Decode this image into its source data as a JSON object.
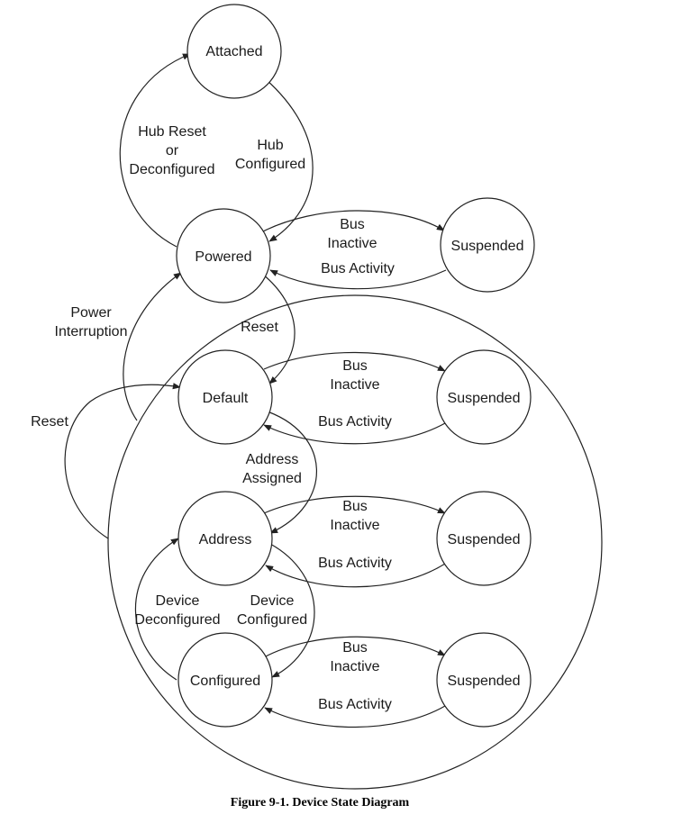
{
  "states": {
    "attached": "Attached",
    "powered": "Powered",
    "default": "Default",
    "address": "Address",
    "configured": "Configured",
    "suspended": "Suspended"
  },
  "labels": {
    "hub_reset_line1": "Hub Reset",
    "hub_reset_line2": "or",
    "hub_reset_line3": "Deconfigured",
    "hub_configured_line1": "Hub",
    "hub_configured_line2": "Configured",
    "bus": "Bus",
    "inactive": "Inactive",
    "bus_activity": "Bus Activity",
    "power": "Power",
    "interruption": "Interruption",
    "reset": "Reset",
    "address_line1": "Address",
    "address_line2": "Assigned",
    "device": "Device",
    "deconfigured": "Deconfigured",
    "configured_word": "Configured"
  },
  "caption": "Figure 9-1.  Device State Diagram"
}
